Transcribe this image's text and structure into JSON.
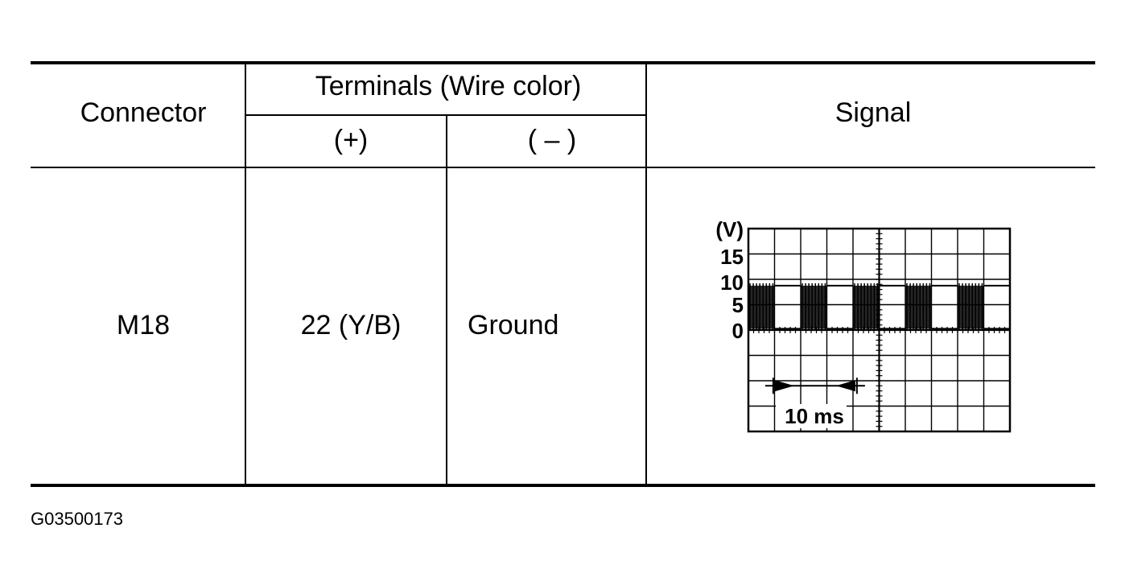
{
  "table": {
    "headers": {
      "connector": "Connector",
      "terminals": "Terminals (Wire color)",
      "plus": "(+)",
      "minus": "( – )",
      "signal": "Signal"
    },
    "row": {
      "connector": "M18",
      "plus": "22 (Y/B)",
      "minus": "Ground"
    }
  },
  "waveform": {
    "unit_label": "(V)",
    "y_ticks": [
      "15",
      "10",
      "5",
      "0"
    ],
    "y_values": [
      15,
      10,
      5,
      0
    ],
    "time_label": "10 ms",
    "signal_high_v": 8,
    "signal_low_v": 0,
    "burst_count": 5
  },
  "figure_code": "G03500173"
}
